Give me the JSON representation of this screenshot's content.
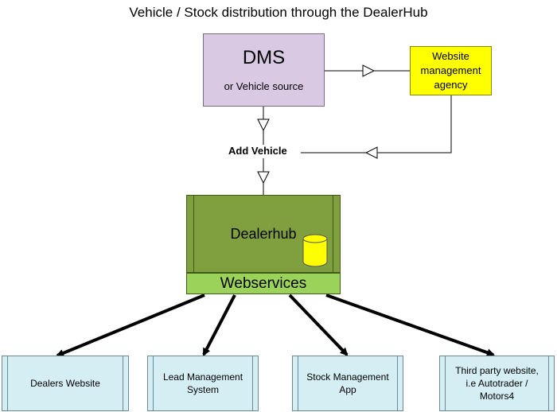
{
  "title": "Vehicle / Stock distribution through the DealerHub",
  "dms": {
    "title": "DMS",
    "subtitle": "or Vehicle source"
  },
  "agency": {
    "label": "Website\nmanagement\nagency"
  },
  "add_vehicle": "Add Vehicle",
  "dealerhub": {
    "label": "Dealerhub",
    "icon": "database-icon"
  },
  "webservices": "Webservices",
  "targets": [
    {
      "label": "Dealers Website"
    },
    {
      "label": "Lead Management\nSystem"
    },
    {
      "label": "Stock Management\nApp"
    },
    {
      "label": "Third party website,\ni.e Autotrader /\nMotors4"
    }
  ],
  "colors": {
    "dms": "#d9c9e3",
    "agency": "#ffff00",
    "dealerhub": "#80a040",
    "webservices": "#9bd35a",
    "targets": "#d4eef3",
    "database": "#ffff00"
  }
}
